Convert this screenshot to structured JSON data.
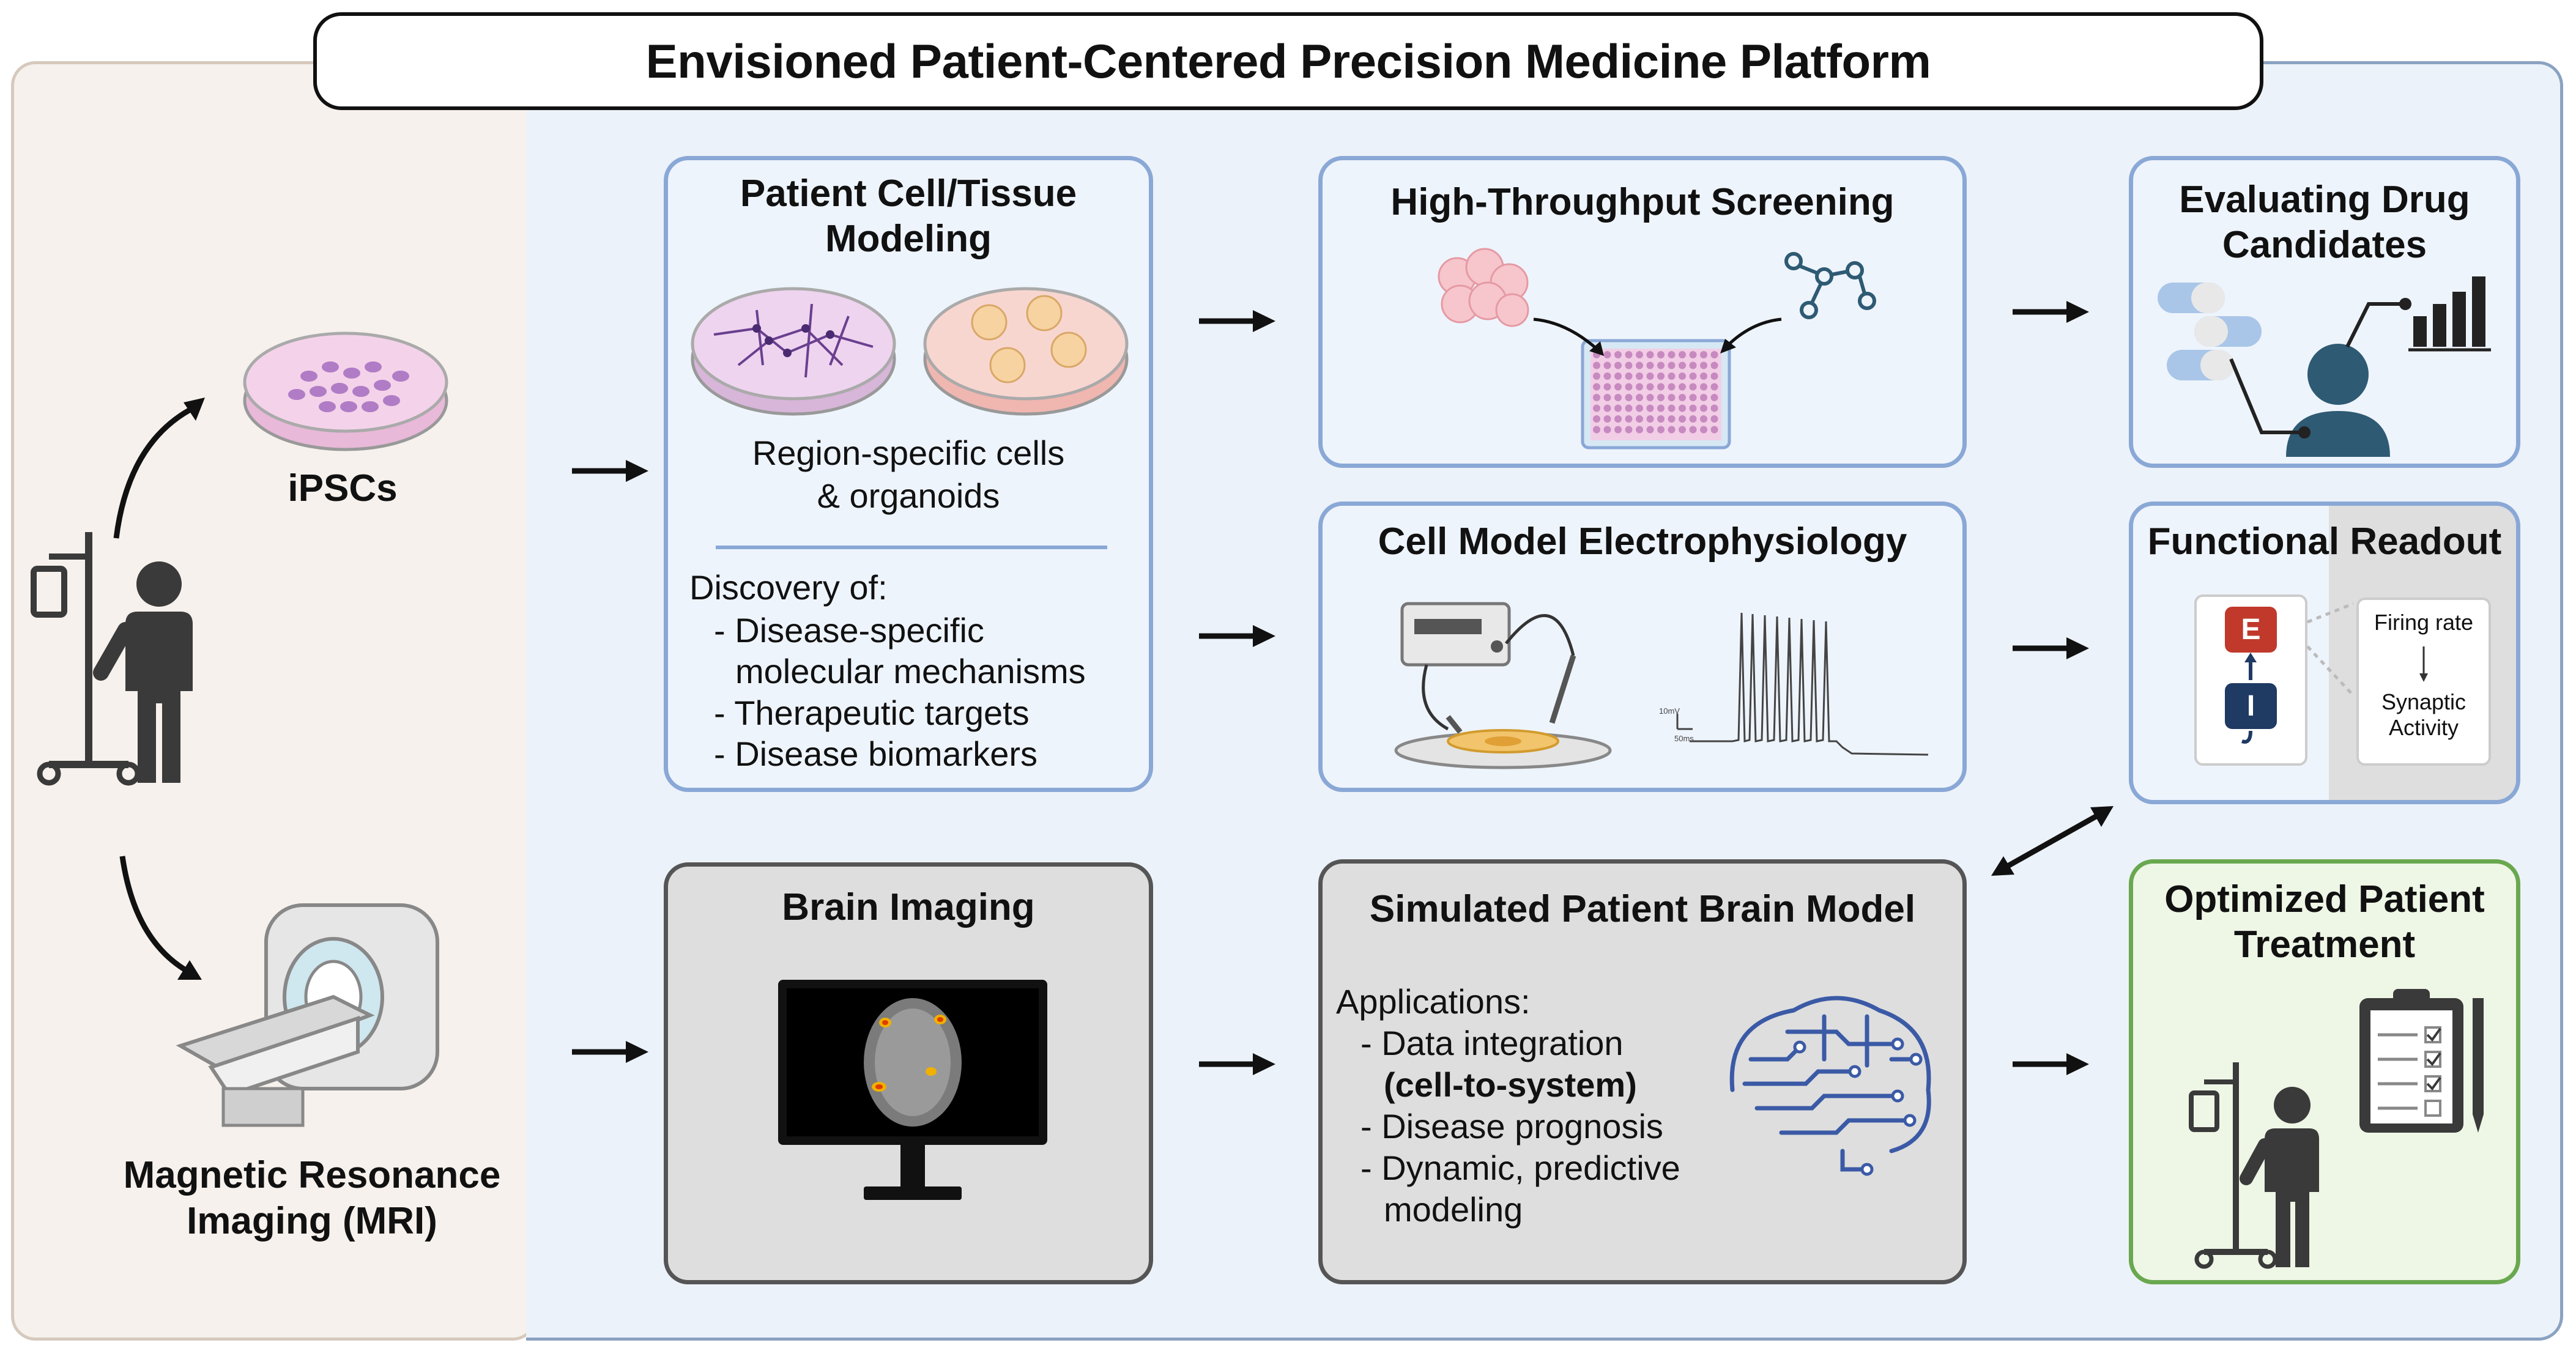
{
  "title": "Envisioned Patient-Centered Precision Medicine Platform",
  "left": {
    "ipsc_label": "iPSCs",
    "mri_label_line1": "Magnetic Resonance",
    "mri_label_line2": "Imaging (MRI)"
  },
  "cell_modeling": {
    "title_line1": "Patient Cell/Tissue",
    "title_line2": "Modeling",
    "subtitle_line1": "Region-specific cells",
    "subtitle_line2": "& organoids",
    "discovery_heading": "Discovery of:",
    "items": [
      "- Disease-specific",
      "molecular mechanisms",
      "- Therapeutic targets",
      "- Disease biomarkers"
    ]
  },
  "hts": {
    "title": "High-Throughput Screening"
  },
  "electrophysiology": {
    "title": "Cell Model Electrophysiology",
    "scale_top": "10mV",
    "scale_bottom": "50ms"
  },
  "drug_eval": {
    "title_line1": "Evaluating Drug",
    "title_line2": "Candidates"
  },
  "functional_readout": {
    "title": "Functional Readout",
    "e_label": "E",
    "i_label": "I",
    "firing_rate": "Firing rate",
    "synaptic_line1": "Synaptic",
    "synaptic_line2": "Activity"
  },
  "brain_imaging": {
    "title": "Brain Imaging"
  },
  "brain_model": {
    "title": "Simulated Patient Brain Model",
    "applications_heading": "Applications:",
    "items": [
      "- Data integration",
      "(cell-to-system)",
      "- Disease prognosis",
      "- Dynamic, predictive",
      "modeling"
    ]
  },
  "treatment": {
    "title_line1": "Optimized Patient",
    "title_line2": "Treatment"
  },
  "colors": {
    "blue_border": "#8aa8d6",
    "gray_border": "#555555",
    "green_border": "#6aa84f",
    "icon_dark": "#3a3a3a",
    "icon_teal": "#2e5a73",
    "brain_circuit": "#3b5aa6"
  }
}
